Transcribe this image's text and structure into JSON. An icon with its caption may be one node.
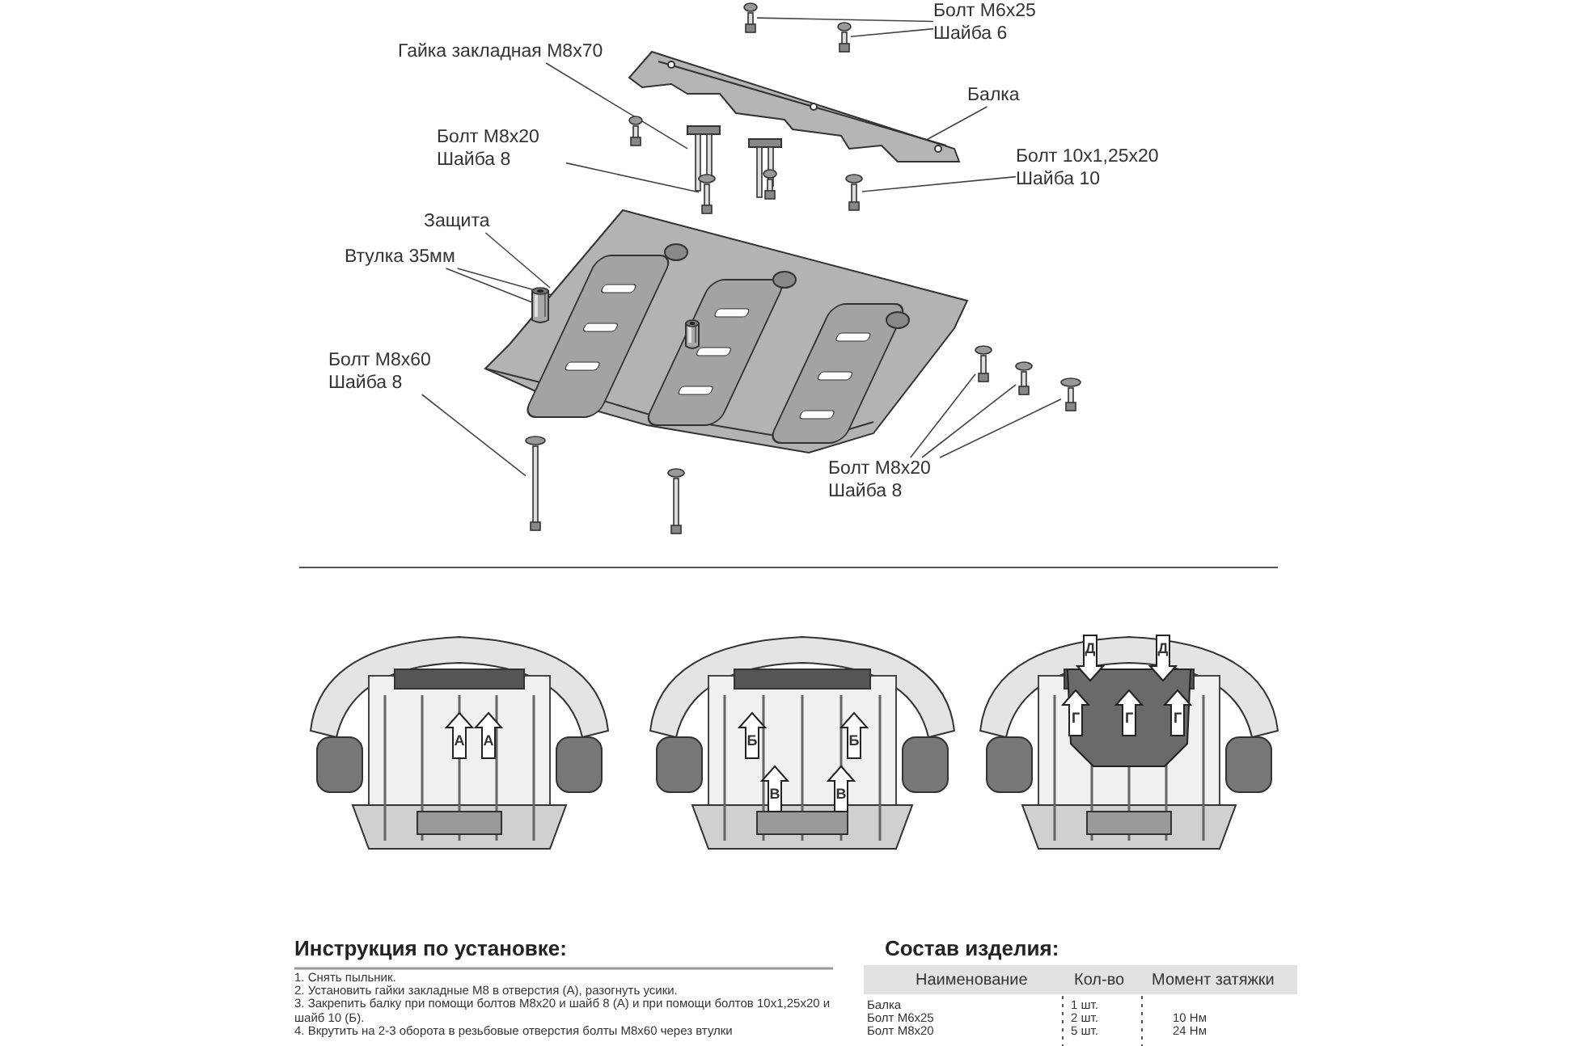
{
  "diagram": {
    "nodes": [
      {
        "text": [
          "Болт М6х25 Шайба 6"
        ]
      },
      {
        "text": [
          "Гайка закладная М8х70"
        ]
      },
      {
        "text": [
          "Балка"
        ]
      },
      {
        "text": [
          "Болт М8х20 Шайба 8"
        ]
      },
      {
        "text": [
          "Болт 10х1,25х20 Шайба 10"
        ]
      },
      {
        "text": [
          "Защита"
        ]
      },
      {
        "text": [
          "Втулка 35мм"
        ]
      },
      {
        "text": [
          "Болт М8х60 Шайба 8"
        ]
      },
      {
        "text": [
          "Болт М8х20 Шайба 8"
        ]
      },
      {
        "text": [],
        "shape": "picture"
      },
      {
        "text": [],
        "shape": "picture"
      },
      {
        "text": [],
        "shape": "picture"
      },
      {
        "text": [],
        "shape": "picture"
      },
      {
        "text": [],
        "shape": "picture"
      },
      {
        "text": [],
        "shape": "picture"
      },
      {
        "text": [],
        "shape": "picture"
      },
      {
        "text": [],
        "shape": "picture"
      },
      {
        "text": [],
        "shape": "picture",
        "in": 15
      },
      {
        "text": [],
        "shape": "picture"
      },
      {
        "text": [],
        "shape": "picture"
      },
      {
        "text": [],
        "shape": "picture"
      },
      {
        "text": [],
        "shape": "picture"
      }
    ],
    "edges": [
      {
        "from": 0,
        "to": 9,
        "arrow": "none"
      },
      {
        "from": 0,
        "to": 10,
        "arrow": "none"
      },
      {
        "from": 1,
        "to": 12,
        "arrow": "none"
      },
      {
        "from": 2,
        "to": 11,
        "arrow": "none"
      },
      {
        "from": 3,
        "to": 13,
        "arrow": "none"
      },
      {
        "from": 4,
        "to": 14,
        "arrow": "none"
      },
      {
        "from": 5,
        "to": 15,
        "arrow": "none"
      },
      {
        "from": 6,
        "to": 16,
        "arrow": "none"
      },
      {
        "from": 6,
        "to": 17,
        "arrow": "none"
      },
      {
        "from": 7,
        "to": 18,
        "arrow": "none"
      },
      {
        "from": 8,
        "to": 19,
        "arrow": "none"
      },
      {
        "from": 8,
        "to": 20,
        "arrow": "none"
      },
      {
        "from": 8,
        "to": 21,
        "arrow": "none"
      }
    ],
    "labels": [
      "А",
      "А",
      "Б",
      "Б",
      "В",
      "В",
      "Д",
      "Д",
      "Г",
      "Г",
      "Г",
      "Инструкция по установке:",
      "1. Снять пыльник.",
      "2. Установить гайки закладные М8 в отверстия (А), разогнуть усики.",
      "3. Закрепить балку при помощи болтов М8х20 и шайб 8 (А) и при помощи болтов 10х1,25х20 и шайб 10 (Б).",
      "4. Вкрутить на 2-3 оборота в резьбовые отверстия болты М8х60 через втулки",
      "Состав изделия:",
      "Наименование",
      "Кол-во",
      "Момент затяжки",
      "Балка",
      "1 шт.",
      "Болт М6х25",
      "2 шт.",
      "10 Нм",
      "Болт М8х20",
      "5 шт.",
      "24 Нм"
    ]
  }
}
